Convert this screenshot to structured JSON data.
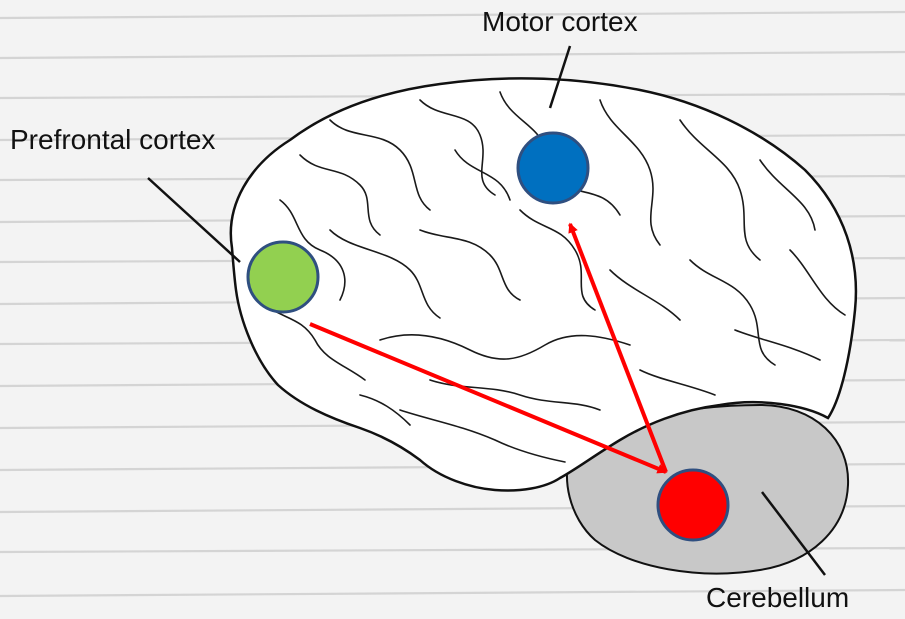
{
  "labels": {
    "prefrontal": "Prefrontal cortex",
    "motor": "Motor cortex",
    "cerebellum": "Cerebellum"
  },
  "colors": {
    "prefrontal_node": "#92d050",
    "motor_node": "#0070c0",
    "cerebellum_node": "#ff0000",
    "node_border": "#2f4f80",
    "arrow": "#ff0000",
    "cerebellum_fill": "#c8c8c8",
    "brain_fill": "#ffffff",
    "outline": "#111111"
  },
  "connections": [
    {
      "from": "prefrontal-node",
      "to": "cerebellum-node"
    },
    {
      "from": "cerebellum-node",
      "to": "motor-node"
    }
  ]
}
